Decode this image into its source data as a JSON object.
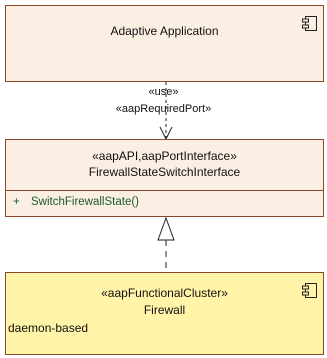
{
  "diagram": {
    "application_box": {
      "title": "Adaptive Application"
    },
    "dependency": {
      "stereotype_use": "«use»",
      "stereotype_port": "«aapRequiredPort»"
    },
    "interface_box": {
      "stereotype": "«aapAPI,aapPortInterface»",
      "name": "FirewallStateSwitchInterface",
      "operations": [
        {
          "visibility": "+",
          "name": "SwitchFirewallState()"
        }
      ]
    },
    "cluster_box": {
      "stereotype": "«aapFunctionalCluster»",
      "name": "Firewall",
      "tag": "daemon-based"
    },
    "colors": {
      "component_fill": "#fbeee2",
      "cluster_fill": "#fff4a8",
      "border": "#8a4a2a",
      "operation_text": "#1b5b2a"
    },
    "icons": [
      "component-icon",
      "component-icon"
    ]
  }
}
